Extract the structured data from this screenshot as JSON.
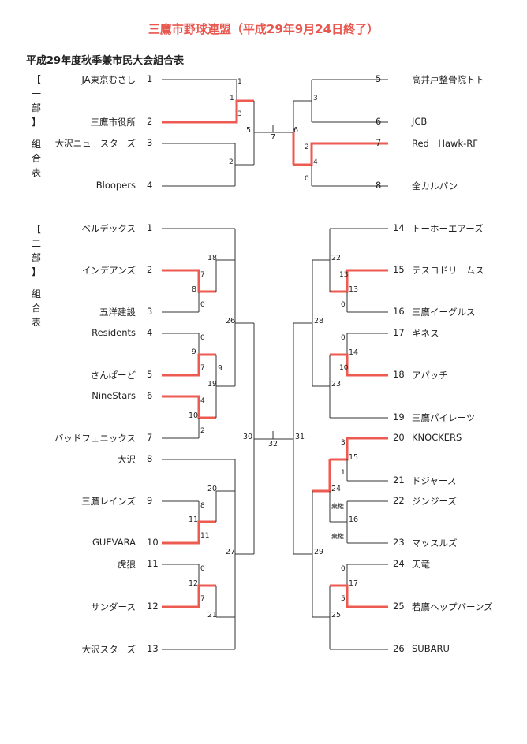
{
  "title": "三鷹市野球連盟（平成29年9月24日終了）",
  "subtitle": "平成29年度秋季兼市民大会組合表",
  "colors": {
    "winner_line": "#ec5a50",
    "line": "#333333",
    "title": "#e8564e"
  },
  "div1": {
    "label": "【一部】組合表",
    "label_parts": [
      "【",
      "一",
      "部",
      "】",
      "",
      "組",
      "合",
      "表"
    ],
    "left_teams": [
      {
        "seed": "1",
        "name": "JA東京むさし",
        "winner": false
      },
      {
        "seed": "2",
        "name": "三鷹市役所",
        "winner": true
      },
      {
        "seed": "3",
        "name": "大沢ニュースターズ",
        "winner": false
      },
      {
        "seed": "4",
        "name": "Bloopers",
        "winner": false
      }
    ],
    "right_teams": [
      {
        "seed": "5",
        "name": "高井戸整骨院トト",
        "winner": false
      },
      {
        "seed": "6",
        "name": "JCB",
        "winner": false
      },
      {
        "seed": "7",
        "name": "Red　Hawk-RF",
        "winner": true
      },
      {
        "seed": "8",
        "name": "全カルパン",
        "winner": false
      }
    ],
    "scores": [
      "1",
      "1",
      "3",
      "2",
      "3",
      "2",
      "4",
      "0"
    ],
    "match_numbers": [
      "5",
      "6",
      "7"
    ]
  },
  "div2": {
    "label": "【二部】組合表",
    "label_parts": [
      "【",
      "二",
      "部",
      "】",
      "",
      "組",
      "合",
      "表"
    ],
    "left_teams": [
      {
        "seed": "1",
        "name": "ベルデックス"
      },
      {
        "seed": "2",
        "name": "インデアンズ"
      },
      {
        "seed": "3",
        "name": "五洋建設"
      },
      {
        "seed": "4",
        "name": "Residents"
      },
      {
        "seed": "5",
        "name": "さんぱーど"
      },
      {
        "seed": "6",
        "name": "NineStars"
      },
      {
        "seed": "7",
        "name": "バッドフェニックス"
      },
      {
        "seed": "8",
        "name": "大沢"
      },
      {
        "seed": "9",
        "name": "三鷹レインズ"
      },
      {
        "seed": "10",
        "name": "GUEVARA"
      },
      {
        "seed": "11",
        "name": "虎狼"
      },
      {
        "seed": "12",
        "name": "サンダース"
      },
      {
        "seed": "13",
        "name": "大沢スターズ"
      }
    ],
    "right_teams": [
      {
        "seed": "14",
        "name": "トーホーエアーズ"
      },
      {
        "seed": "15",
        "name": "テスコドリームス"
      },
      {
        "seed": "16",
        "name": "三鷹イーグルス"
      },
      {
        "seed": "17",
        "name": "ギネス"
      },
      {
        "seed": "18",
        "name": "アパッチ"
      },
      {
        "seed": "19",
        "name": "三鷹パイレーツ"
      },
      {
        "seed": "20",
        "name": "KNOCKERS"
      },
      {
        "seed": "21",
        "name": "ドジャース"
      },
      {
        "seed": "22",
        "name": "ジンジーズ"
      },
      {
        "seed": "23",
        "name": "マッスルズ"
      },
      {
        "seed": "24",
        "name": "天竜"
      },
      {
        "seed": "25",
        "name": "若鷹ヘップバーンズ"
      },
      {
        "seed": "26",
        "name": "SUBARU"
      }
    ],
    "scores": {
      "m8_top": "7",
      "m8_bot": "0",
      "m9_top": "0",
      "m9_mid": "9",
      "m9_bot": "7",
      "m10_top": "4",
      "m10_bot": "2",
      "m11_top": "8",
      "m11_bot": "11",
      "m12_top": "0",
      "m12_bot": "7",
      "m13_top": "13",
      "m13_bot": "0",
      "m14_top": "0",
      "m14_bot": "10",
      "m15_top": "3",
      "m15_bot": "1",
      "m16_top": "棄権",
      "m16_bot": "棄権",
      "m17_top": "0",
      "m17_bot": "5"
    },
    "match_numbers": {
      "m8": "8",
      "m9": "9",
      "m10": "10",
      "m11": "11",
      "m12": "12",
      "m13": "13",
      "m14": "14",
      "m15": "15",
      "m16": "16",
      "m17": "17",
      "m18": "18",
      "m19": "19",
      "m20": "20",
      "m21": "21",
      "m22": "22",
      "m23": "23",
      "m24": "24",
      "m25": "25",
      "m26": "26",
      "m27": "27",
      "m28": "28",
      "m29": "29",
      "m30": "30",
      "m31": "31",
      "m32": "32"
    }
  }
}
